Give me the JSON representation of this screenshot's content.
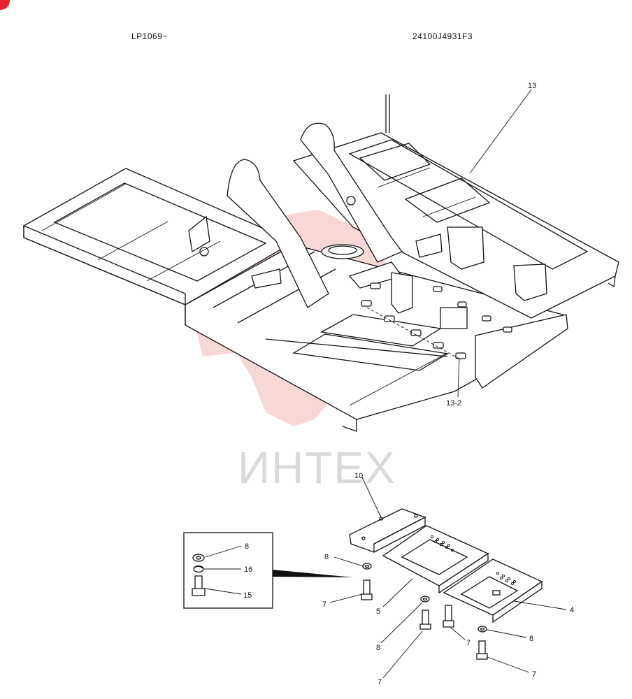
{
  "header": {
    "serial_range": "LP1069~",
    "drawing_number": "24100J4931F3"
  },
  "watermark": {
    "text": "ИНТЕХ",
    "logo_color": "#f4b7b7"
  },
  "callouts": {
    "frame": "13",
    "frame_sub": "13-2",
    "plate_front": "10",
    "plate_mid": "5",
    "plate_rear": "4",
    "bolt_a": "7",
    "bolt_b": "7",
    "bolt_c": "7",
    "bolt_d": "7",
    "washer_a": "8",
    "washer_b": "8",
    "washer_c": "8"
  },
  "inset": {
    "washer": "8",
    "spring_washer": "16",
    "bolt": "15"
  },
  "colors": {
    "line": "#111111",
    "badge": "#e3262e"
  }
}
